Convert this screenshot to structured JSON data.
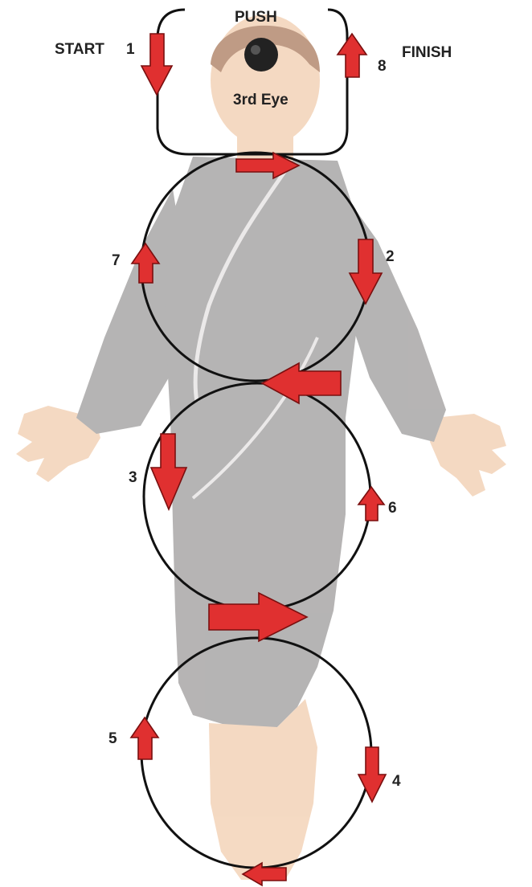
{
  "labels": {
    "push": "PUSH",
    "start": "START",
    "finish": "FINISH",
    "third_eye": "3rd Eye"
  },
  "steps": [
    {
      "number": "1",
      "direction": "down"
    },
    {
      "number": "2",
      "direction": "down"
    },
    {
      "number": "3",
      "direction": "down"
    },
    {
      "number": "4",
      "direction": "down"
    },
    {
      "number": "5",
      "direction": "up"
    },
    {
      "number": "6",
      "direction": "up"
    },
    {
      "number": "7",
      "direction": "up"
    },
    {
      "number": "8",
      "direction": "up"
    }
  ],
  "colors": {
    "arrow_fill": "#e03030",
    "arrow_stroke": "#7a0f0f",
    "loop_stroke": "#111111",
    "robe": "#a9a7a7",
    "skin": "#f3d3b8",
    "hair": "#b48a70",
    "third_eye": "#222222"
  }
}
